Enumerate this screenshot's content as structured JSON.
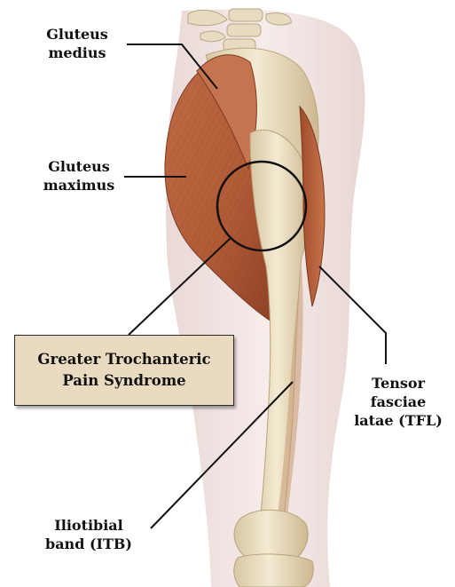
{
  "labels": {
    "gluteus_medius": [
      "Gluteus",
      "medius"
    ],
    "gluteus_maximus": [
      "Gluteus",
      "maximus"
    ],
    "tfl": [
      "Tensor",
      "fasciae",
      "latae (TFL)"
    ],
    "itb": [
      "Iliotibial",
      "band (ITB)"
    ]
  },
  "callout": [
    "Greater Trochanteric",
    "Pain Syndrome"
  ],
  "colors": {
    "muscle": "#b5603c",
    "muscle_dark": "#8a3f25",
    "bone": "#ece0c3",
    "skin": "#f1e5e2",
    "callout_fill": "#eadbc0"
  }
}
